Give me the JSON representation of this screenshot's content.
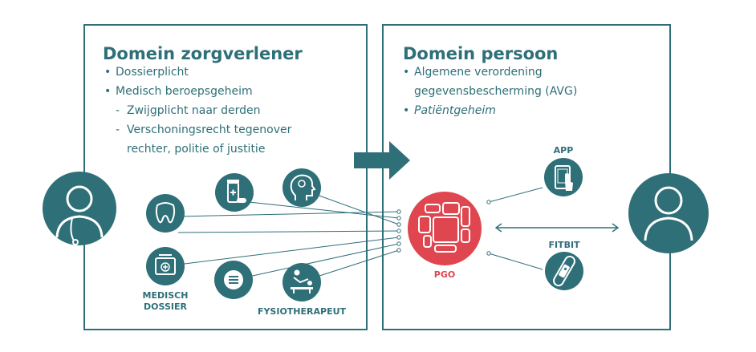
{
  "left": {
    "title": "Domein zorgverlener",
    "items": [
      "Dossierplicht",
      "Medisch beroepsgeheim"
    ],
    "subitems": [
      "Zwijgplicht naar derden",
      "Verschoningsrecht tegenover",
      "rechter, politie of justitie"
    ]
  },
  "right": {
    "title": "Domein persoon",
    "items": [
      "Algemene verordening",
      "gegevensbescherming (AVG)",
      "Patiëntgeheim"
    ]
  },
  "labels": {
    "medisch_dossier_1": "MEDISCH",
    "medisch_dossier_2": "DOSSIER",
    "fysiotherapeut": "FYSIOTHERAPEUT",
    "pgo": "PGO",
    "app": "APP",
    "fitbit": "FITBIT"
  },
  "colors": {
    "teal": "#2e6f78",
    "red": "#e0464f"
  }
}
